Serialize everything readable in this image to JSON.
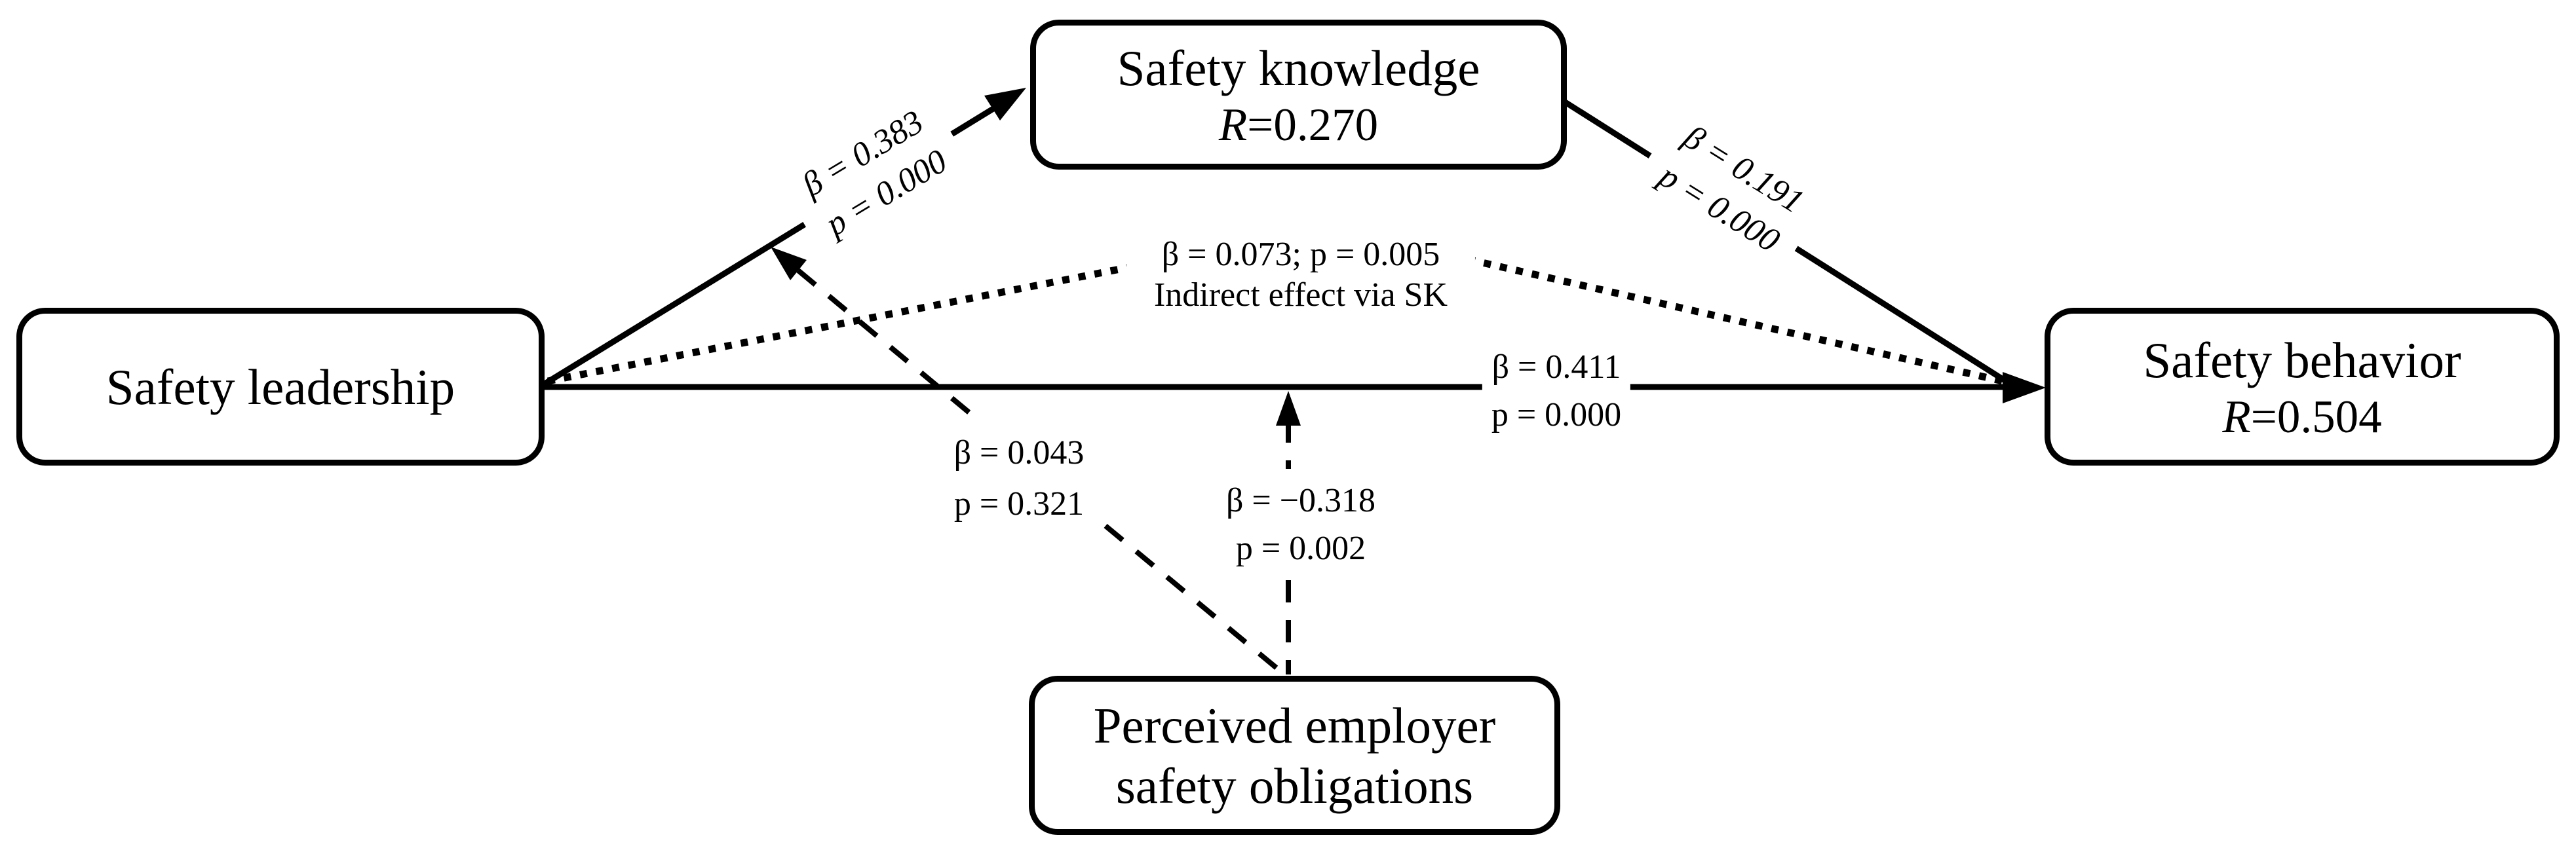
{
  "figure": {
    "boxes": {
      "safety_leadership": {
        "title": "Safety leadership"
      },
      "safety_knowledge": {
        "title": "Safety knowledge",
        "r_italic": "R",
        "r_rest": "=0.270"
      },
      "safety_behavior": {
        "title": "Safety behavior",
        "r_italic": "R",
        "r_rest": "=0.504"
      },
      "perceived_employer_safety_obligations": {
        "line1": "Perceived employer",
        "line2": "safety obligations"
      }
    },
    "path_labels": {
      "sl_to_sk": {
        "beta": "β = 0.383",
        "p": "p = 0.000"
      },
      "sk_to_sb": {
        "beta": "β = 0.191",
        "p": "p = 0.000"
      },
      "sl_to_sb_direct": {
        "beta": "β = 0.411",
        "p": "p = 0.000"
      },
      "indirect_effect": {
        "line1": "β = 0.073; p = 0.005",
        "line2": "Indirect effect via SK"
      },
      "peso_on_sl_sk_path": {
        "beta": "β = 0.043",
        "p": "p = 0.321"
      },
      "peso_on_sl_sb_path": {
        "beta": "β = −0.318",
        "p": "p = 0.002"
      }
    },
    "colors": {
      "line": "#000000",
      "background": "#ffffff",
      "text": "#000000"
    }
  }
}
